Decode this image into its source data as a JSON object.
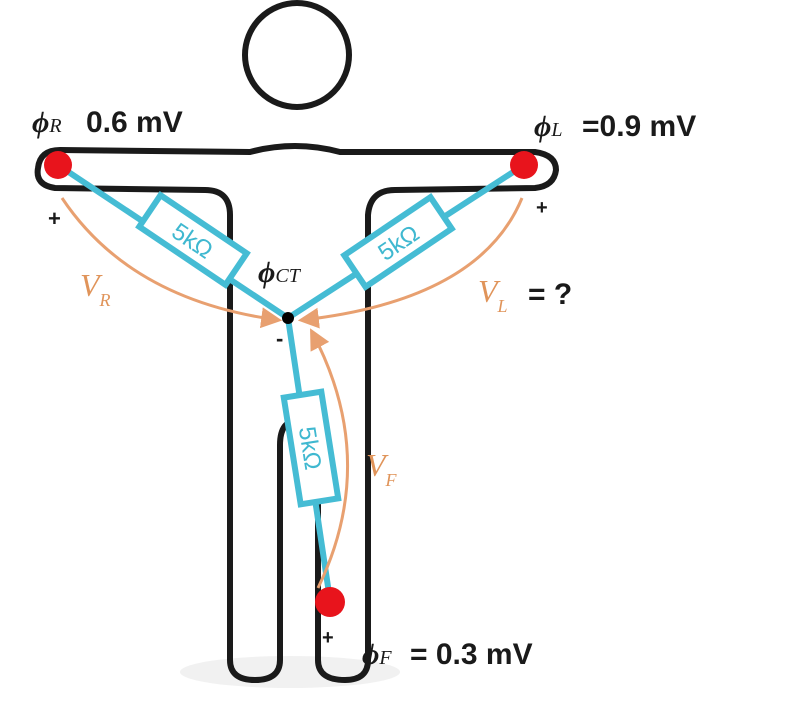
{
  "colors": {
    "outline": "#1a1a1a",
    "wire": "#45bcd4",
    "electrode": "#e8141c",
    "arrow": "#e8a070",
    "node": "#000000"
  },
  "labels": {
    "phi_symbol": "ϕ",
    "phi_r_sub": "R",
    "phi_r_value": "0.6 mV",
    "phi_l_sub": "L",
    "phi_l_value": "=0.9 mV",
    "phi_f_sub": "F",
    "phi_f_value": "= 0.3 mV",
    "phi_ct_sub": "CT",
    "v_r": "V",
    "v_r_sub": "R",
    "v_l": "V",
    "v_l_sub": "L",
    "v_l_value": "= ?",
    "v_f": "V",
    "v_f_sub": "F",
    "plus": "+",
    "minus": "-"
  },
  "resistors": {
    "right_arm": "5kΩ",
    "left_arm": "5kΩ",
    "leg": "5kΩ"
  }
}
